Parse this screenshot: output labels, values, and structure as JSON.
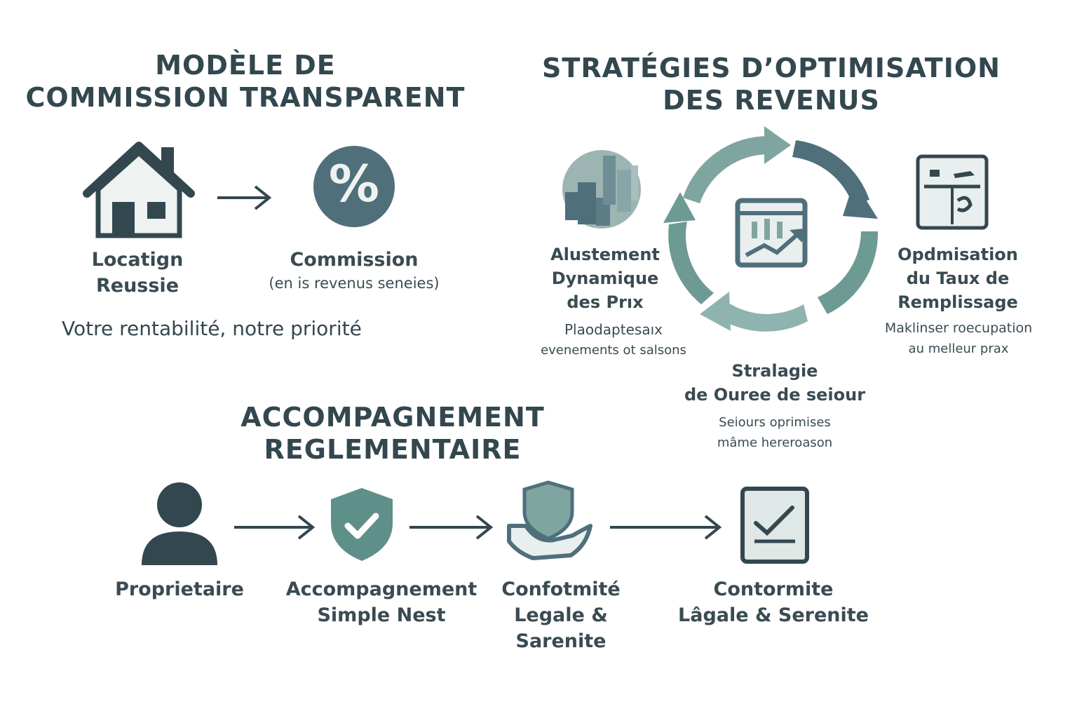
{
  "commission": {
    "title_line1": "MODÈLE DE",
    "title_line2": "COMMISSION TRANSPARENT",
    "step1_line1": "Locatign",
    "step1_line2": "Reussie",
    "step2_line1": "Commission",
    "step2_line2": "(en is revenus seneies)",
    "percent_symbol": "%",
    "tagline": "Votre rentabilité, notre priorité"
  },
  "strategies": {
    "title_line1": "STRATÉGIES D’OPTIMISATION",
    "title_line2": "DES REVENUS",
    "left": {
      "l1": "Alustement",
      "l2": "Dynamique",
      "l3": "des Prıx",
      "d1": "Plaodaptesaıx",
      "d2": "evenements ot salsons"
    },
    "right": {
      "l1": "Opdmisation",
      "l2": "du Taux de",
      "l3": "Remplissage",
      "d1": "Maklinser roecupation",
      "d2": "au melleur prax"
    },
    "bottom": {
      "l1": "Stralagie",
      "l2": "de Ouree de seiour",
      "d1": "Seiours oprimises",
      "d2": "mâme hereroason"
    }
  },
  "reglementaire": {
    "title_line1": "ACCOMPAGNEMENT",
    "title_line2": "REGLEMENTAIRE",
    "step1": "Proprietaire",
    "step2_l1": "Accompagnement",
    "step2_l2": "Simple Nest",
    "step3_l1": "Confotmité",
    "step3_l2": "Legale &",
    "step3_l3": "Sarenite",
    "step4_l1": "Contormite",
    "step4_l2": "Lâgale & Serenite"
  },
  "colors": {
    "dark": "#33474f",
    "teal": "#6e9a94",
    "teal_light": "#8fb3ae",
    "blue_grey": "#4f6f7b"
  }
}
